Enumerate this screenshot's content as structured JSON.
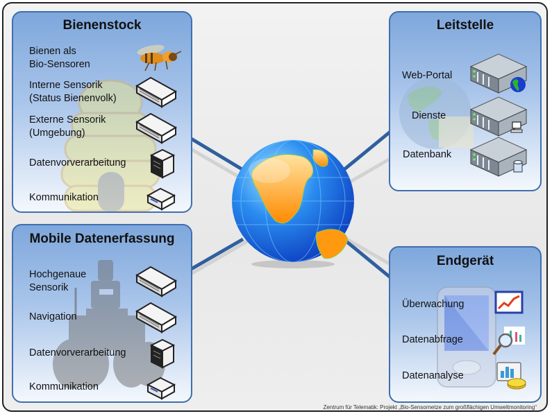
{
  "panels": {
    "bienenstock": {
      "title": "Bienenstock",
      "items": [
        {
          "label": "Bienen als\nBio-Sensoren",
          "line1": "Bienen als",
          "line2": "Bio-Sensoren",
          "icon": "bee-icon"
        },
        {
          "line1": "Interne Sensorik",
          "line2": "(Status Bienenvolk)",
          "icon": "sensor-module-icon"
        },
        {
          "line1": "Externe Sensorik",
          "line2": "(Umgebung)",
          "icon": "sensor-module-icon"
        },
        {
          "line1": "Datenvorverarbeitung",
          "icon": "processing-unit-icon"
        },
        {
          "line1": "Kommunikation",
          "icon": "communication-module-icon"
        }
      ]
    },
    "mobile": {
      "title": "Mobile Datenerfassung",
      "items": [
        {
          "line1": "Hochgenaue",
          "line2": "Sensorik",
          "icon": "sensor-module-icon"
        },
        {
          "line1": "Navigation",
          "icon": "sensor-module-icon"
        },
        {
          "line1": "Datenvorverarbeitung",
          "icon": "processing-unit-icon"
        },
        {
          "line1": "Kommunikation",
          "icon": "communication-module-icon"
        }
      ]
    },
    "leitstelle": {
      "title": "Leitstelle",
      "items": [
        {
          "line1": "Web-Portal",
          "icon": "web-server-icon"
        },
        {
          "line1": "Dienste",
          "icon": "service-server-icon"
        },
        {
          "line1": "Datenbank",
          "icon": "database-server-icon"
        }
      ]
    },
    "endgeraet": {
      "title": "Endgerät",
      "items": [
        {
          "line1": "Überwachung",
          "icon": "monitoring-chart-icon"
        },
        {
          "line1": "Datenabfrage",
          "icon": "query-magnifier-icon"
        },
        {
          "line1": "Datenanalyse",
          "icon": "analysis-chart-icon"
        }
      ]
    }
  },
  "center": {
    "icon": "globe-icon"
  },
  "footer": "Zentrum für Telematik: Projekt „Bio-Sensornetze zum großflächigen Umweltmonitoring“",
  "colors": {
    "panel_border": "#3f6fae",
    "connector": "#2f5f9e",
    "panel_top": "#7ea7dc"
  }
}
